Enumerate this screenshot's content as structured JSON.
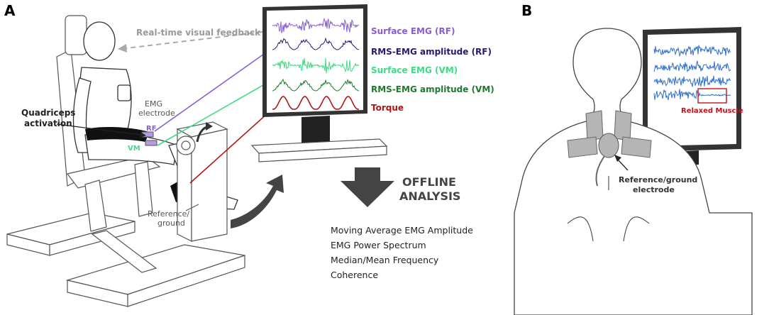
{
  "panel_a": {
    "letter": "A",
    "feedback_label": "Real-time visual feedback",
    "emg_electrode_label_1": "EMG",
    "emg_electrode_label_2": "electrode",
    "rf_label": "RF",
    "vm_label": "VM",
    "quadriceps_label_1": "Quadriceps",
    "quadriceps_label_2": "activation",
    "reference_label_1": "Reference/",
    "reference_label_2": "ground",
    "signals": [
      {
        "label": "Surface EMG (RF)",
        "color": "#8a5cd6"
      },
      {
        "label": "RMS-EMG amplitude (RF)",
        "color": "#2a1a6e"
      },
      {
        "label": "Surface EMG (VM)",
        "color": "#3ddc84"
      },
      {
        "label": "RMS-EMG amplitude (VM)",
        "color": "#1f7a2e"
      },
      {
        "label": "Torque",
        "color": "#b01515"
      }
    ],
    "offline_title_1": "OFFLINE",
    "offline_title_2": "ANALYSIS",
    "analysis_items": [
      "Moving Average EMG Amplitude",
      "EMG Power Spectrum",
      "Median/Mean Frequency",
      "Coherence"
    ]
  },
  "panel_b": {
    "letter": "B",
    "relaxed_label": "Relaxed Muscle",
    "reference_label_1": "Reference/ground",
    "reference_label_2": "electrode",
    "trace_color": "#2f6fd0",
    "highlight_color": "#c0141b"
  }
}
